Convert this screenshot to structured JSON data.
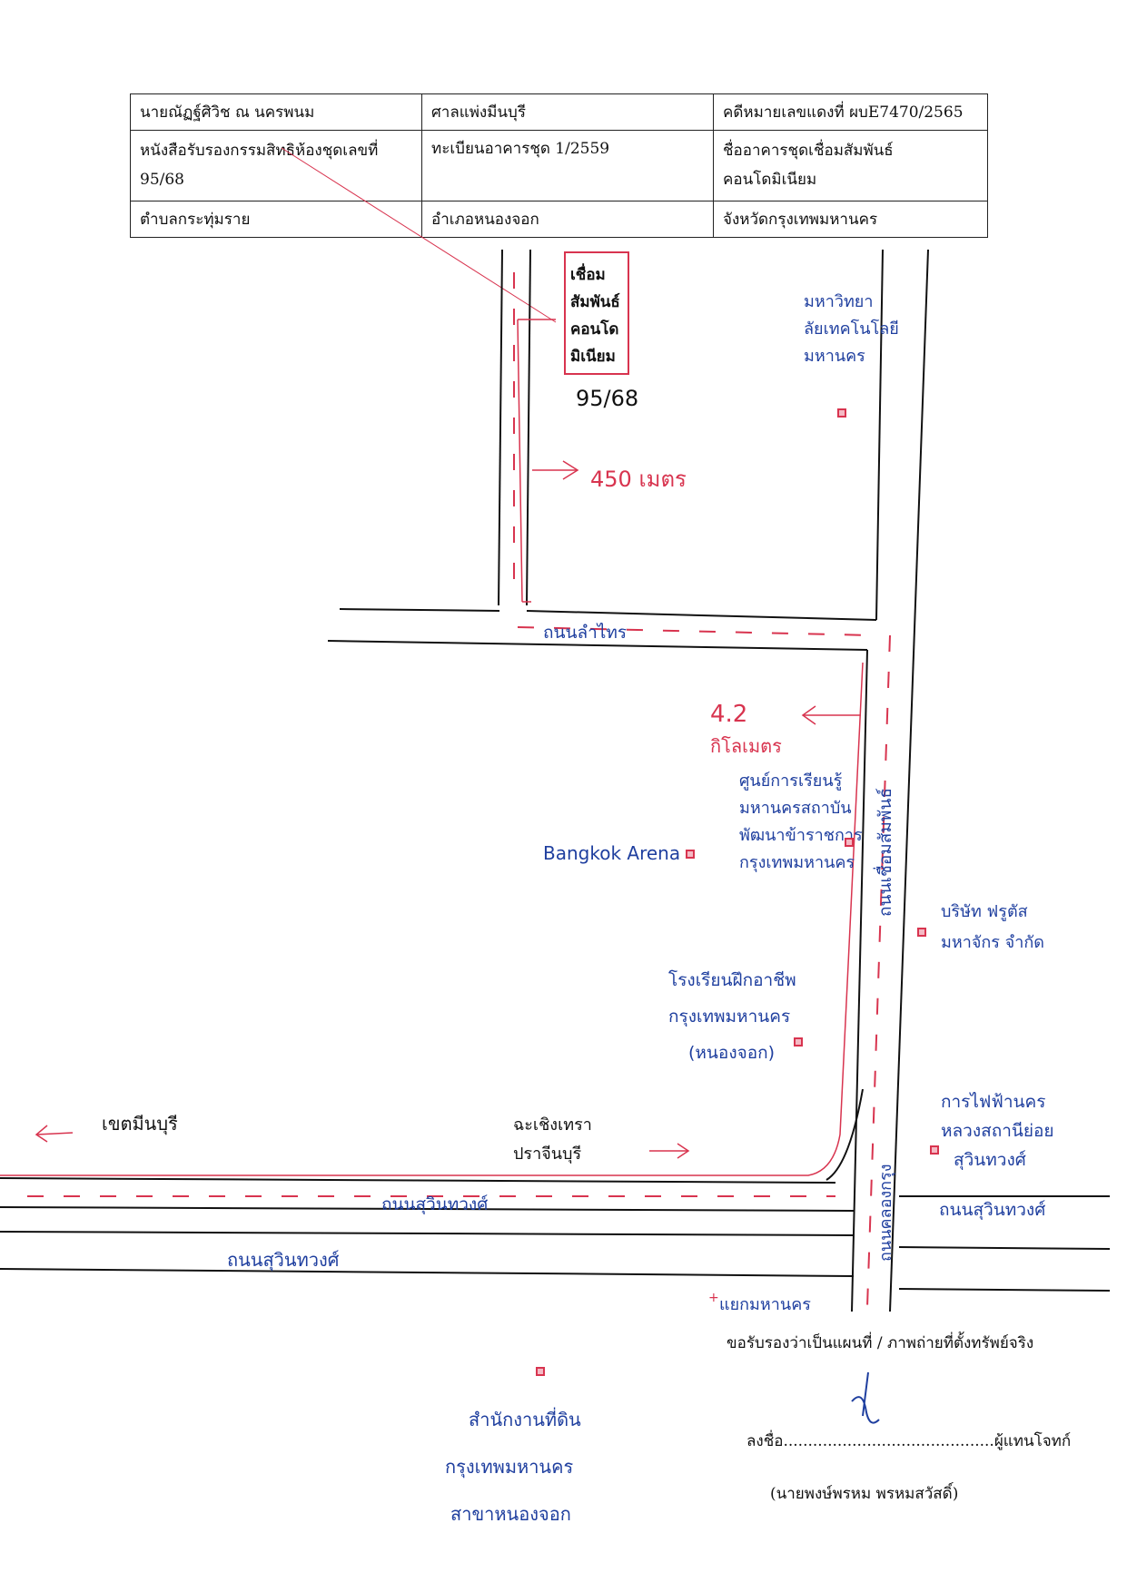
{
  "header_table": {
    "rows": [
      [
        "นายณัฏฐ์ศิวิช ณ นครพนม",
        "ศาลแพ่งมีนบุรี",
        "คดีหมายเลขแดงที่ ผบE7470/2565"
      ],
      [
        "หนังสือรับรองกรรมสิทธิห้องชุดเลขที่ 95/68",
        "ทะเบียนอาคารชุด 1/2559",
        "ชื่ออาคารชุดเชื่อมสัมพันธ์ คอนโดมิเนียม"
      ],
      [
        "ตำบลกระทุ่มราย",
        "อำเภอหนองจอก",
        "จังหวัดกรุงเทพมหานคร"
      ]
    ]
  },
  "map": {
    "building_label": [
      "เชื่อม",
      "สัมพันธ์",
      "คอนโด",
      "มิเนียม"
    ],
    "unit_number": "95/68",
    "distance_450": "450 เมตร",
    "distance_42_value": "4.2",
    "distance_42_unit": "กิโลเมตร",
    "roads": {
      "lam_thai": "ถนนลำไทร",
      "chuam_samphan": "ถนนเชื่อมสัมพันธ์",
      "suwinthawong_1": "ถนนสุวินทวงศ์",
      "suwinthawong_2": "ถนนสุวินทวงศ์",
      "suwinthawong_3": "ถนนสุวินทวงศ์",
      "khlong_krung": "ถนนคลองกรุง"
    },
    "places": {
      "university": [
        "มหาวิทยา",
        "ลัยเทคโนโลยี",
        "มหานคร"
      ],
      "learning_center": [
        "ศูนย์การเรียนรู้",
        "มหานครสถาบัน",
        "พัฒนาข้าราชการ",
        "กรุงเทพมหานคร"
      ],
      "bangkok_arena": "Bangkok Arena",
      "company": [
        "บริษัท ฟรูตัส",
        "มหาจักร จำกัด"
      ],
      "vocational_school": [
        "โรงเรียนฝึกอาชีพ",
        "กรุงเทพมหานคร",
        "(หนองจอก)"
      ],
      "electricity": [
        "การไฟฟ้านคร",
        "หลวงสถานีย่อย",
        "สุวินทวงศ์"
      ],
      "min_buri": "เขตมีนบุรี",
      "chachoengsao": [
        "ฉะเชิงเทรา",
        "ปราจีนบุรี"
      ],
      "mahanakhon_junction": "แยกมหานคร",
      "land_office": [
        "สำนักงานที่ดิน",
        "กรุงเทพมหานคร",
        "สาขาหนองจอก"
      ]
    }
  },
  "certification": {
    "statement": "ขอรับรองว่าเป็นแผนที่ / ภาพถ่ายที่ตั้งทรัพย์จริง",
    "sign_prefix": "ลงชื่อ",
    "sign_dots": "...........................................",
    "sign_suffix": "ผู้แทนโจทก์",
    "name": "(นายพงษ์พรหม พรหมสวัสดิ์)"
  },
  "colors": {
    "ink_blue": "#1f3f9f",
    "ink_red": "#d8344f",
    "ink_black": "#111111"
  }
}
